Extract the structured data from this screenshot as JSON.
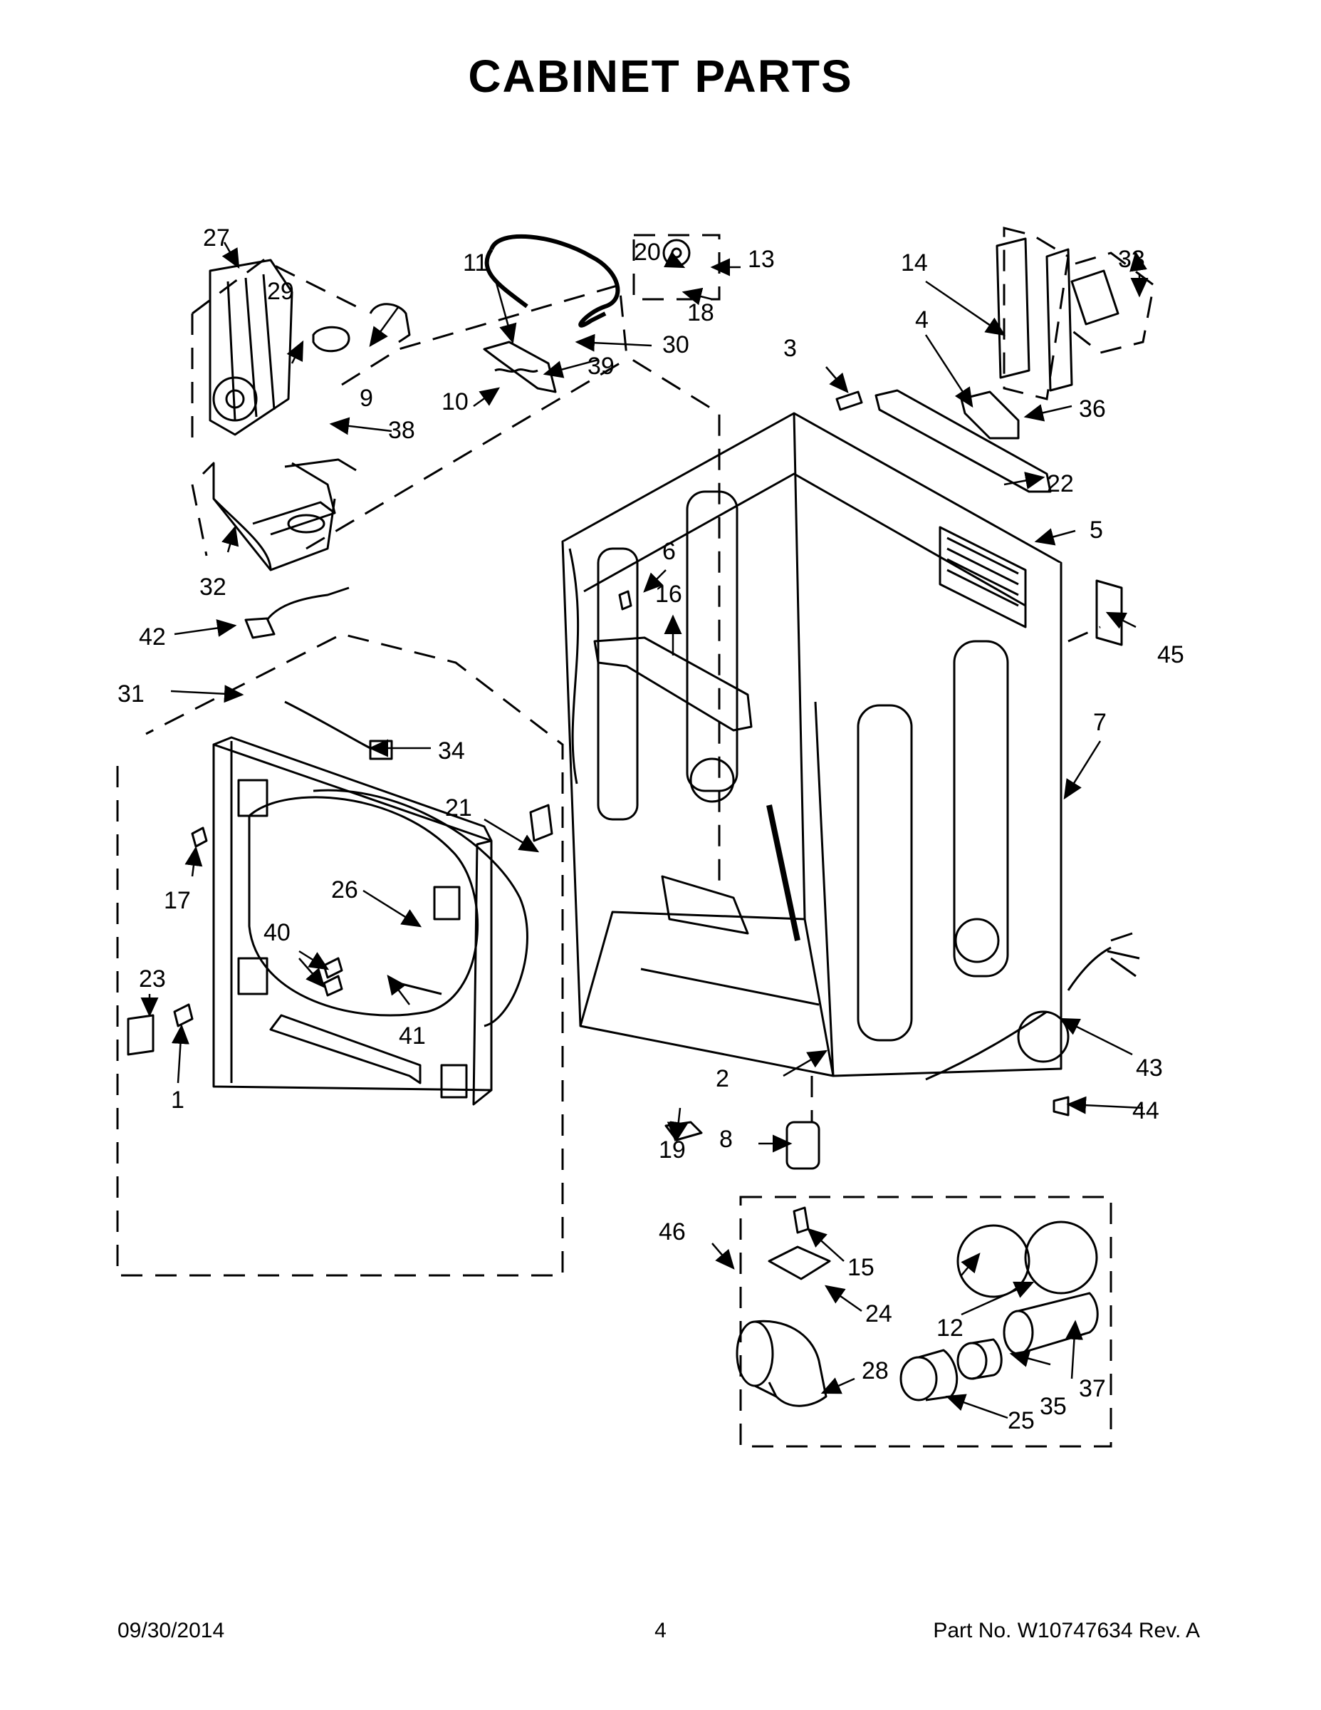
{
  "title": "CABINET PARTS",
  "footer": {
    "date": "09/30/2014",
    "page": "4",
    "part_no": "Part No.  W10747634  Rev.  A"
  },
  "callouts": {
    "c1": "1",
    "c2": "2",
    "c3": "3",
    "c4": "4",
    "c5": "5",
    "c6": "6",
    "c7": "7",
    "c8": "8",
    "c9": "9",
    "c10": "10",
    "c11": "11",
    "c12": "12",
    "c13": "13",
    "c14": "14",
    "c15": "15",
    "c16": "16",
    "c17": "17",
    "c18": "18",
    "c19": "19",
    "c20": "20",
    "c21": "21",
    "c22": "22",
    "c23": "23",
    "c24": "24",
    "c25": "25",
    "c26": "26",
    "c27": "27",
    "c28": "28",
    "c29": "29",
    "c30": "30",
    "c31": "31",
    "c32": "32",
    "c33": "33",
    "c34": "34",
    "c35": "35",
    "c36": "36",
    "c37": "37",
    "c38": "38",
    "c39": "39",
    "c40": "40",
    "c41": "41",
    "c42": "42",
    "c43": "43",
    "c44": "44",
    "c45": "45",
    "c46": "46"
  }
}
